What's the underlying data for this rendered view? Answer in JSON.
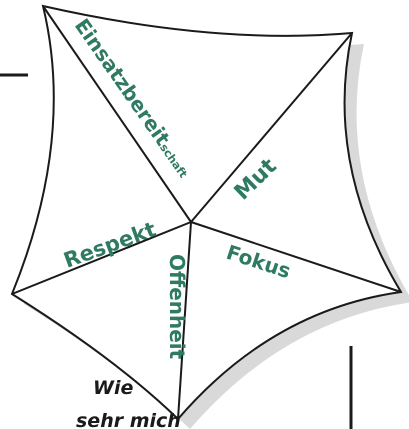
{
  "diagram": {
    "labels": {
      "einsatz": "Einsatzbereit",
      "einsatz_suffix": "schaft",
      "mut": "Mut",
      "respekt": "Respekt",
      "offenheit": "Offenheit",
      "fokus": "Fokus"
    },
    "caption": {
      "line1": "Wie",
      "line2": "sehr mich"
    },
    "colors": {
      "label": "#2f7a63",
      "line": "#1a1a1a",
      "shadow": "#d9d9d9",
      "background": "#ffffff"
    }
  }
}
